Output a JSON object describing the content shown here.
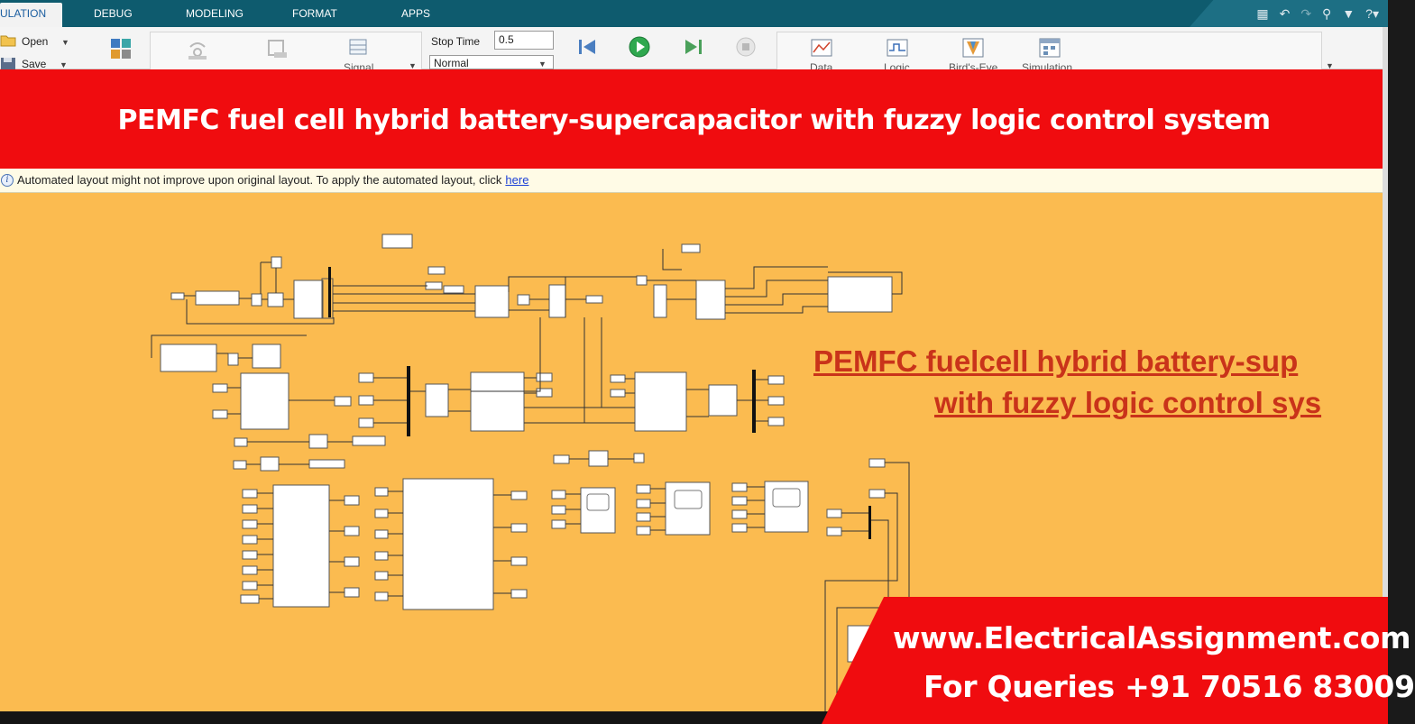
{
  "ribbon": {
    "tabs": [
      {
        "label": "ULATION",
        "active": true
      },
      {
        "label": "DEBUG",
        "active": false
      },
      {
        "label": "MODELING",
        "active": false
      },
      {
        "label": "FORMAT",
        "active": false
      },
      {
        "label": "APPS",
        "active": false
      }
    ],
    "quick_access": [
      "save-icon",
      "undo-icon",
      "redo-icon",
      "search-icon",
      "options-icon",
      "help-icon"
    ]
  },
  "toolstrip": {
    "open_label": "Open",
    "save_label": "Save",
    "signal_label": "Signal",
    "stop_time_label": "Stop Time",
    "stop_time_value": "0.5",
    "mode_value": "Normal",
    "data_label": "Data",
    "logic_label": "Logic",
    "birds_eye_label": "Bird's-Eye",
    "simulation_label": "Simulation"
  },
  "banner": {
    "title": "PEMFC fuel cell hybrid battery-supercapacitor with fuzzy logic control system",
    "color": "#f00c0f"
  },
  "infobar": {
    "message": "Automated layout might not improve upon original layout. To apply the automated layout, click",
    "link": "here"
  },
  "canvas": {
    "background": "#fbbb50",
    "overlay_title_line1": "PEMFC fuelcell hybrid battery-sup",
    "overlay_title_line2": "with fuzzy logic control sys",
    "overlay_color": "#c9331a"
  },
  "contact": {
    "website": "www.ElectricalAssignment.com",
    "phone": "For Queries +91 70516 83009"
  }
}
